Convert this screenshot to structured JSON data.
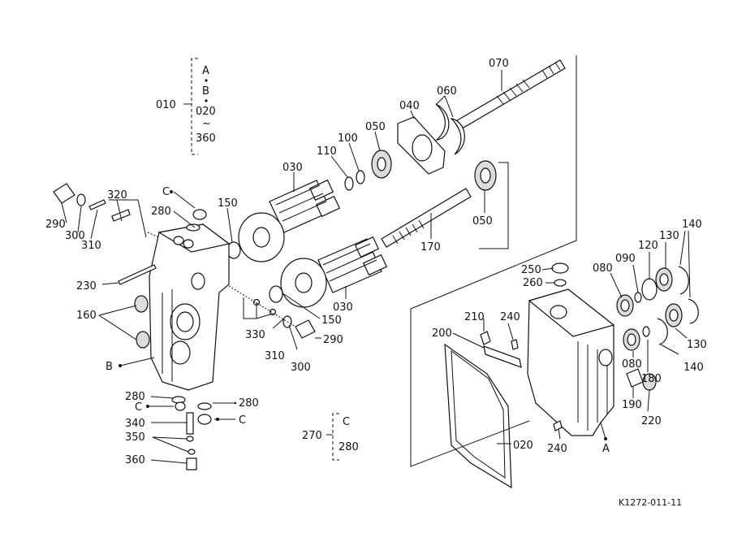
{
  "legend_group": {
    "group_label": "010",
    "items": [
      "A",
      "B",
      "020",
      "~",
      "360"
    ]
  },
  "legend_group_2": {
    "group_label": "270",
    "items": [
      "C",
      "280"
    ]
  },
  "callouts": {
    "c070": "070",
    "c060": "060",
    "c040": "040",
    "c050a": "050",
    "c100": "100",
    "c110": "110",
    "c030a": "030",
    "c150a": "150",
    "c050b": "050",
    "c170": "170",
    "c030b": "030",
    "c150b": "150",
    "c290a": "290",
    "c300a": "300",
    "c310a": "310",
    "c320": "320",
    "cCtop": "C",
    "c280top": "280",
    "c230": "230",
    "c160": "160",
    "cB": "B",
    "c330": "330",
    "c310b": "310",
    "c300b": "300",
    "c290b": "290",
    "c280a": "280",
    "cCa": "C",
    "c340": "340",
    "c280b": "280",
    "cCb": "C",
    "c350": "350",
    "c360": "360",
    "c250": "250",
    "c260": "260",
    "c080a": "080",
    "c090": "090",
    "c120": "120",
    "c130a": "130",
    "c140a": "140",
    "c210": "210",
    "c240a": "240",
    "c200": "200",
    "c080b": "080",
    "c130b": "130",
    "c140b": "140",
    "c180": "180",
    "c190": "190",
    "c220": "220",
    "c020": "020",
    "c240b": "240",
    "cA": "A"
  },
  "drawing_code": "K1272-011-11"
}
